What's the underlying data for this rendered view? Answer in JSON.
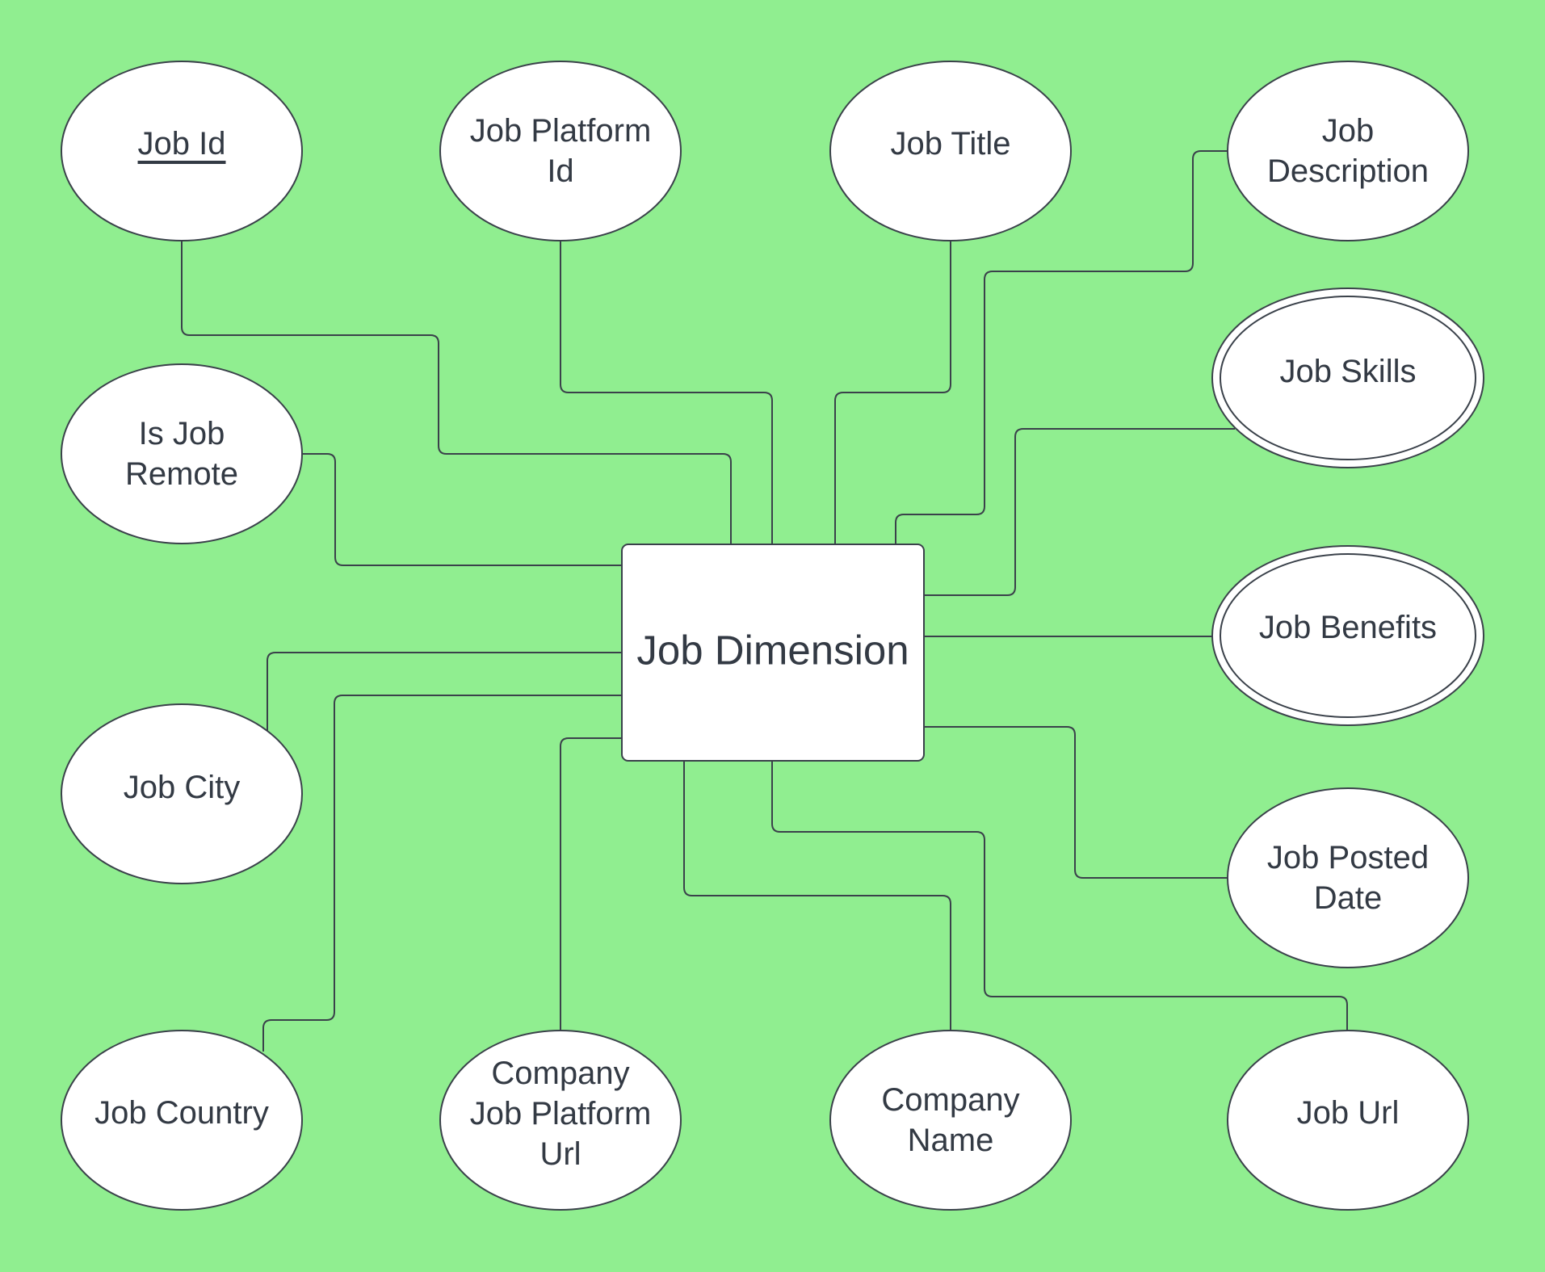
{
  "colors": {
    "background": "#90ee90",
    "shape_fill": "#ffffff",
    "outline": "#3a414a",
    "text": "#333a44"
  },
  "entity": {
    "label": "Job Dimension"
  },
  "attributes": {
    "job_id": {
      "lines": [
        "Job Id"
      ],
      "key": true
    },
    "job_platform_id": {
      "lines": [
        "Job Platform",
        "Id"
      ]
    },
    "job_title": {
      "lines": [
        "Job Title"
      ]
    },
    "job_description": {
      "lines": [
        "Job",
        "Description"
      ]
    },
    "is_job_remote": {
      "lines": [
        "Is Job",
        "Remote"
      ]
    },
    "job_skills": {
      "lines": [
        "Job Skills"
      ],
      "multivalued": true
    },
    "job_benefits": {
      "lines": [
        "Job Benefits"
      ],
      "multivalued": true
    },
    "job_city": {
      "lines": [
        "Job City"
      ]
    },
    "job_posted_date": {
      "lines": [
        "Job Posted",
        "Date"
      ]
    },
    "job_country": {
      "lines": [
        "Job Country"
      ]
    },
    "company_job_platform_url": {
      "lines": [
        "Company",
        "Job Platform",
        "Url"
      ]
    },
    "company_name": {
      "lines": [
        "Company",
        "Name"
      ]
    },
    "job_url": {
      "lines": [
        "Job Url"
      ]
    }
  }
}
